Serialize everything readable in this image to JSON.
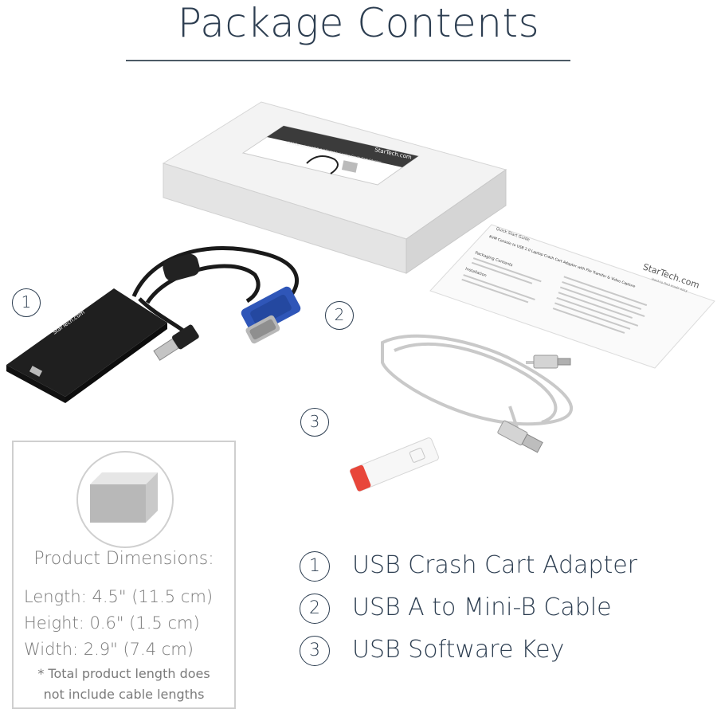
{
  "header": {
    "title": "Package Contents"
  },
  "box": {
    "label_brand": "StarTech.com",
    "label_product": "KVM Console to USB 2.0 Portable Laptop Crash Cart Adapter"
  },
  "guide": {
    "heading": "Quick Start Guide",
    "product": "KVM Console to USB 2.0 Laptop Crash Cart Adapter with File Transfer & Video Capture",
    "brand": "StarTech.com",
    "tagline": "Hard-to-find made easy",
    "section1": "Packaging Contents",
    "section2": "Installation"
  },
  "adapter": {
    "brand": "StarTech.com"
  },
  "markers": [
    "1",
    "2",
    "3"
  ],
  "legend": [
    {
      "num": "1",
      "label": "USB Crash Cart Adapter"
    },
    {
      "num": "2",
      "label": "USB A to Mini-B Cable"
    },
    {
      "num": "3",
      "label": "USB Software Key"
    }
  ],
  "dimensions": {
    "title": "Product Dimensions:",
    "length": "Length: 4.5\" (11.5 cm)",
    "height": "Height: 0.6\" (1.5 cm)",
    "width": "Width: 2.9\" (7.4 cm)",
    "note_line1": "* Total product length does",
    "note_line2": "not include cable lengths"
  },
  "colors": {
    "text": "#2d3e51",
    "vga_blue": "#2f56b8",
    "key_red": "#e8463a",
    "muted": "#7a7a7a"
  }
}
